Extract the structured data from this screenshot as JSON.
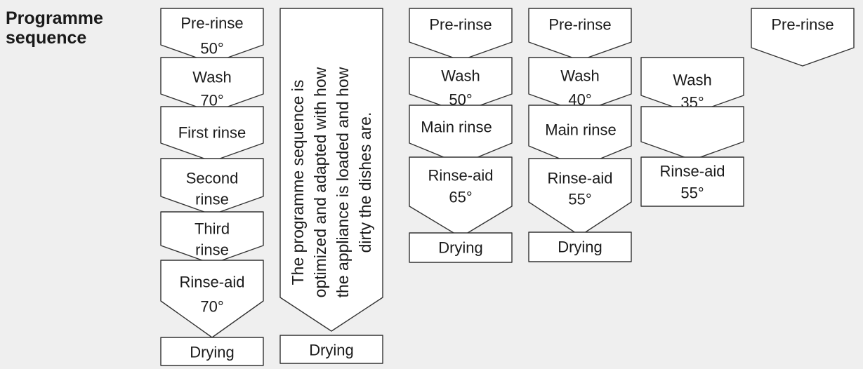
{
  "header": {
    "title_line1": "Programme",
    "title_line2": "sequence"
  },
  "colors": {
    "background": "#efefef",
    "shape_fill": "#ffffff",
    "stroke": "#333333",
    "text": "#1a1a1a"
  },
  "columns": [
    {
      "id": "col1",
      "steps": [
        {
          "kind": "chevron",
          "lines": [
            "Pre-rinse",
            "50°"
          ]
        },
        {
          "kind": "chevron",
          "lines": [
            "Wash",
            "70°"
          ]
        },
        {
          "kind": "chevron",
          "lines": [
            "First rinse"
          ]
        },
        {
          "kind": "chevron",
          "lines": [
            "Second",
            "rinse"
          ]
        },
        {
          "kind": "chevron",
          "lines": [
            "Third",
            "rinse"
          ]
        },
        {
          "kind": "chevron",
          "lines": [
            "Rinse-aid",
            "70°"
          ]
        },
        {
          "kind": "box",
          "lines": [
            "Drying"
          ]
        }
      ]
    },
    {
      "id": "col2",
      "steps": [
        {
          "kind": "tall-chevron",
          "lines": [
            "The programme sequence is",
            "optimized and adapted with how",
            "the appliance is loaded and how",
            "dirty the dishes are."
          ]
        },
        {
          "kind": "box",
          "lines": [
            "Drying"
          ]
        }
      ]
    },
    {
      "id": "col3",
      "steps": [
        {
          "kind": "chevron",
          "lines": [
            "Pre-rinse"
          ]
        },
        {
          "kind": "chevron",
          "lines": [
            "Wash",
            "50°"
          ]
        },
        {
          "kind": "chevron",
          "lines": [
            "Main rinse"
          ]
        },
        {
          "kind": "chevron",
          "lines": [
            "Rinse-aid",
            "65°"
          ]
        },
        {
          "kind": "box",
          "lines": [
            "Drying"
          ]
        }
      ]
    },
    {
      "id": "col4",
      "steps": [
        {
          "kind": "chevron",
          "lines": [
            "Pre-rinse"
          ]
        },
        {
          "kind": "chevron",
          "lines": [
            "Wash",
            "40°"
          ]
        },
        {
          "kind": "chevron",
          "lines": [
            "Main rinse"
          ]
        },
        {
          "kind": "chevron",
          "lines": [
            "Rinse-aid",
            "55°"
          ]
        },
        {
          "kind": "box",
          "lines": [
            "Drying"
          ]
        }
      ]
    },
    {
      "id": "col5",
      "steps": [
        {
          "kind": "chevron",
          "lines": [
            "Wash",
            "35°"
          ]
        },
        {
          "kind": "chevron",
          "lines": []
        },
        {
          "kind": "box",
          "lines": [
            "Rinse-aid",
            "55°"
          ]
        }
      ]
    },
    {
      "id": "col6",
      "steps": [
        {
          "kind": "chevron",
          "lines": [
            "Pre-rinse"
          ]
        }
      ]
    }
  ]
}
